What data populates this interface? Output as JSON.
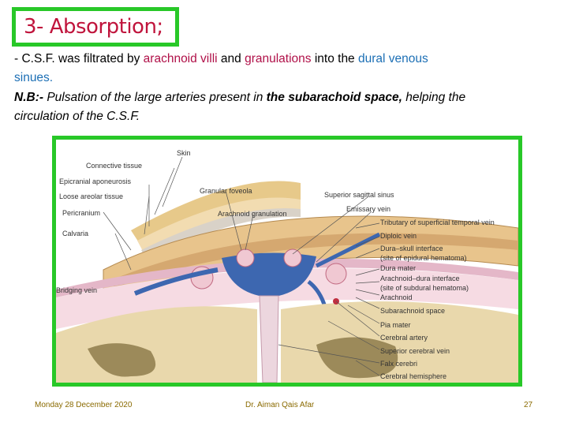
{
  "title": "3- Absorption;",
  "paragraph1": {
    "t1": "- C.S.F. was filtrated by ",
    "t2": "arachnoid villi",
    "t3": " and ",
    "t4": "granulations",
    "t5": " into the ",
    "t6": "dural venous",
    "t7": "sinues."
  },
  "note": {
    "label": "N.B:-",
    "t1": " Pulsation of the large arteries present in ",
    "t2": "the subarachoid space,",
    "t3": " helping the",
    "t4": "circulation of the C.S.F."
  },
  "figure": {
    "labels": {
      "skin": "Skin",
      "connective_tissue": "Connective tissue",
      "epicranial_aponeurosis": "Epicranial aponeurosis",
      "loose_areolar": "Loose areolar tissue",
      "pericranium": "Pericranium",
      "calvaria": "Calvaria",
      "bridging_vein": "Bridging vein",
      "granular_foveola": "Granular foveola",
      "arachnoid_granulation": "Arachnoid granulation",
      "superior_sagittal_sinus": "Superior sagittal sinus",
      "emissary_vein": "Emissary vein",
      "tributary": "Tributary of superficial temporal vein",
      "diploic_vein": "Diploic vein",
      "dura_skull_interface": "Dura–skull interface",
      "site_epidural": "(site of epidural hematoma)",
      "dura_mater": "Dura mater",
      "arachnoid_dura_interface": "Arachnoid–dura interface",
      "site_subdural": "(site of subdural hematoma)",
      "arachnoid": "Arachnoid",
      "subarachnoid_space": "Subarachnoid space",
      "pia_mater": "Pia mater",
      "cerebral_artery": "Cerebral artery",
      "superior_cerebral_vein": "Superior cerebral vein",
      "falx_cerebri": "Falx cerebri",
      "cerebral_hemisphere": "Cerebral hemisphere"
    }
  },
  "footer": {
    "date": "Monday 28 December 2020",
    "author": "Dr. Aiman Qais Afar",
    "page": "27"
  },
  "colors": {
    "accent_green": "#28c828",
    "title_red": "#c0143c",
    "highlight_red": "#b01048",
    "highlight_blue": "#1c6fb5",
    "footer_gold": "#8a6a00"
  }
}
